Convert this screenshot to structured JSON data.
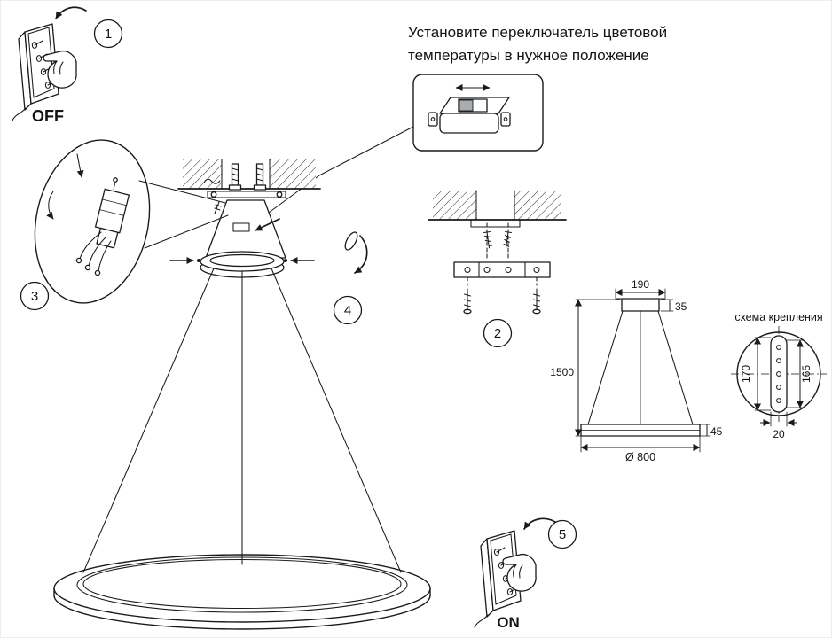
{
  "instruction": {
    "line1": "Установите переключатель цветовой",
    "line2": "температуры в нужное положение"
  },
  "steps": {
    "one": "1",
    "two": "2",
    "three": "3",
    "four": "4",
    "five": "5"
  },
  "labels": {
    "off": "OFF",
    "on": "ON",
    "mounting_scheme": "схема крепления"
  },
  "dimensions": {
    "canopy_width": "190",
    "canopy_height": "35",
    "suspension_height": "1500",
    "ring_diameter": "Ø 800",
    "ring_profile_height": "45",
    "bracket_length_left": "170",
    "bracket_length_right": "165",
    "bracket_width": "20"
  },
  "colors": {
    "line": "#1a1a1a",
    "switch_slider": "#a8adb2"
  }
}
